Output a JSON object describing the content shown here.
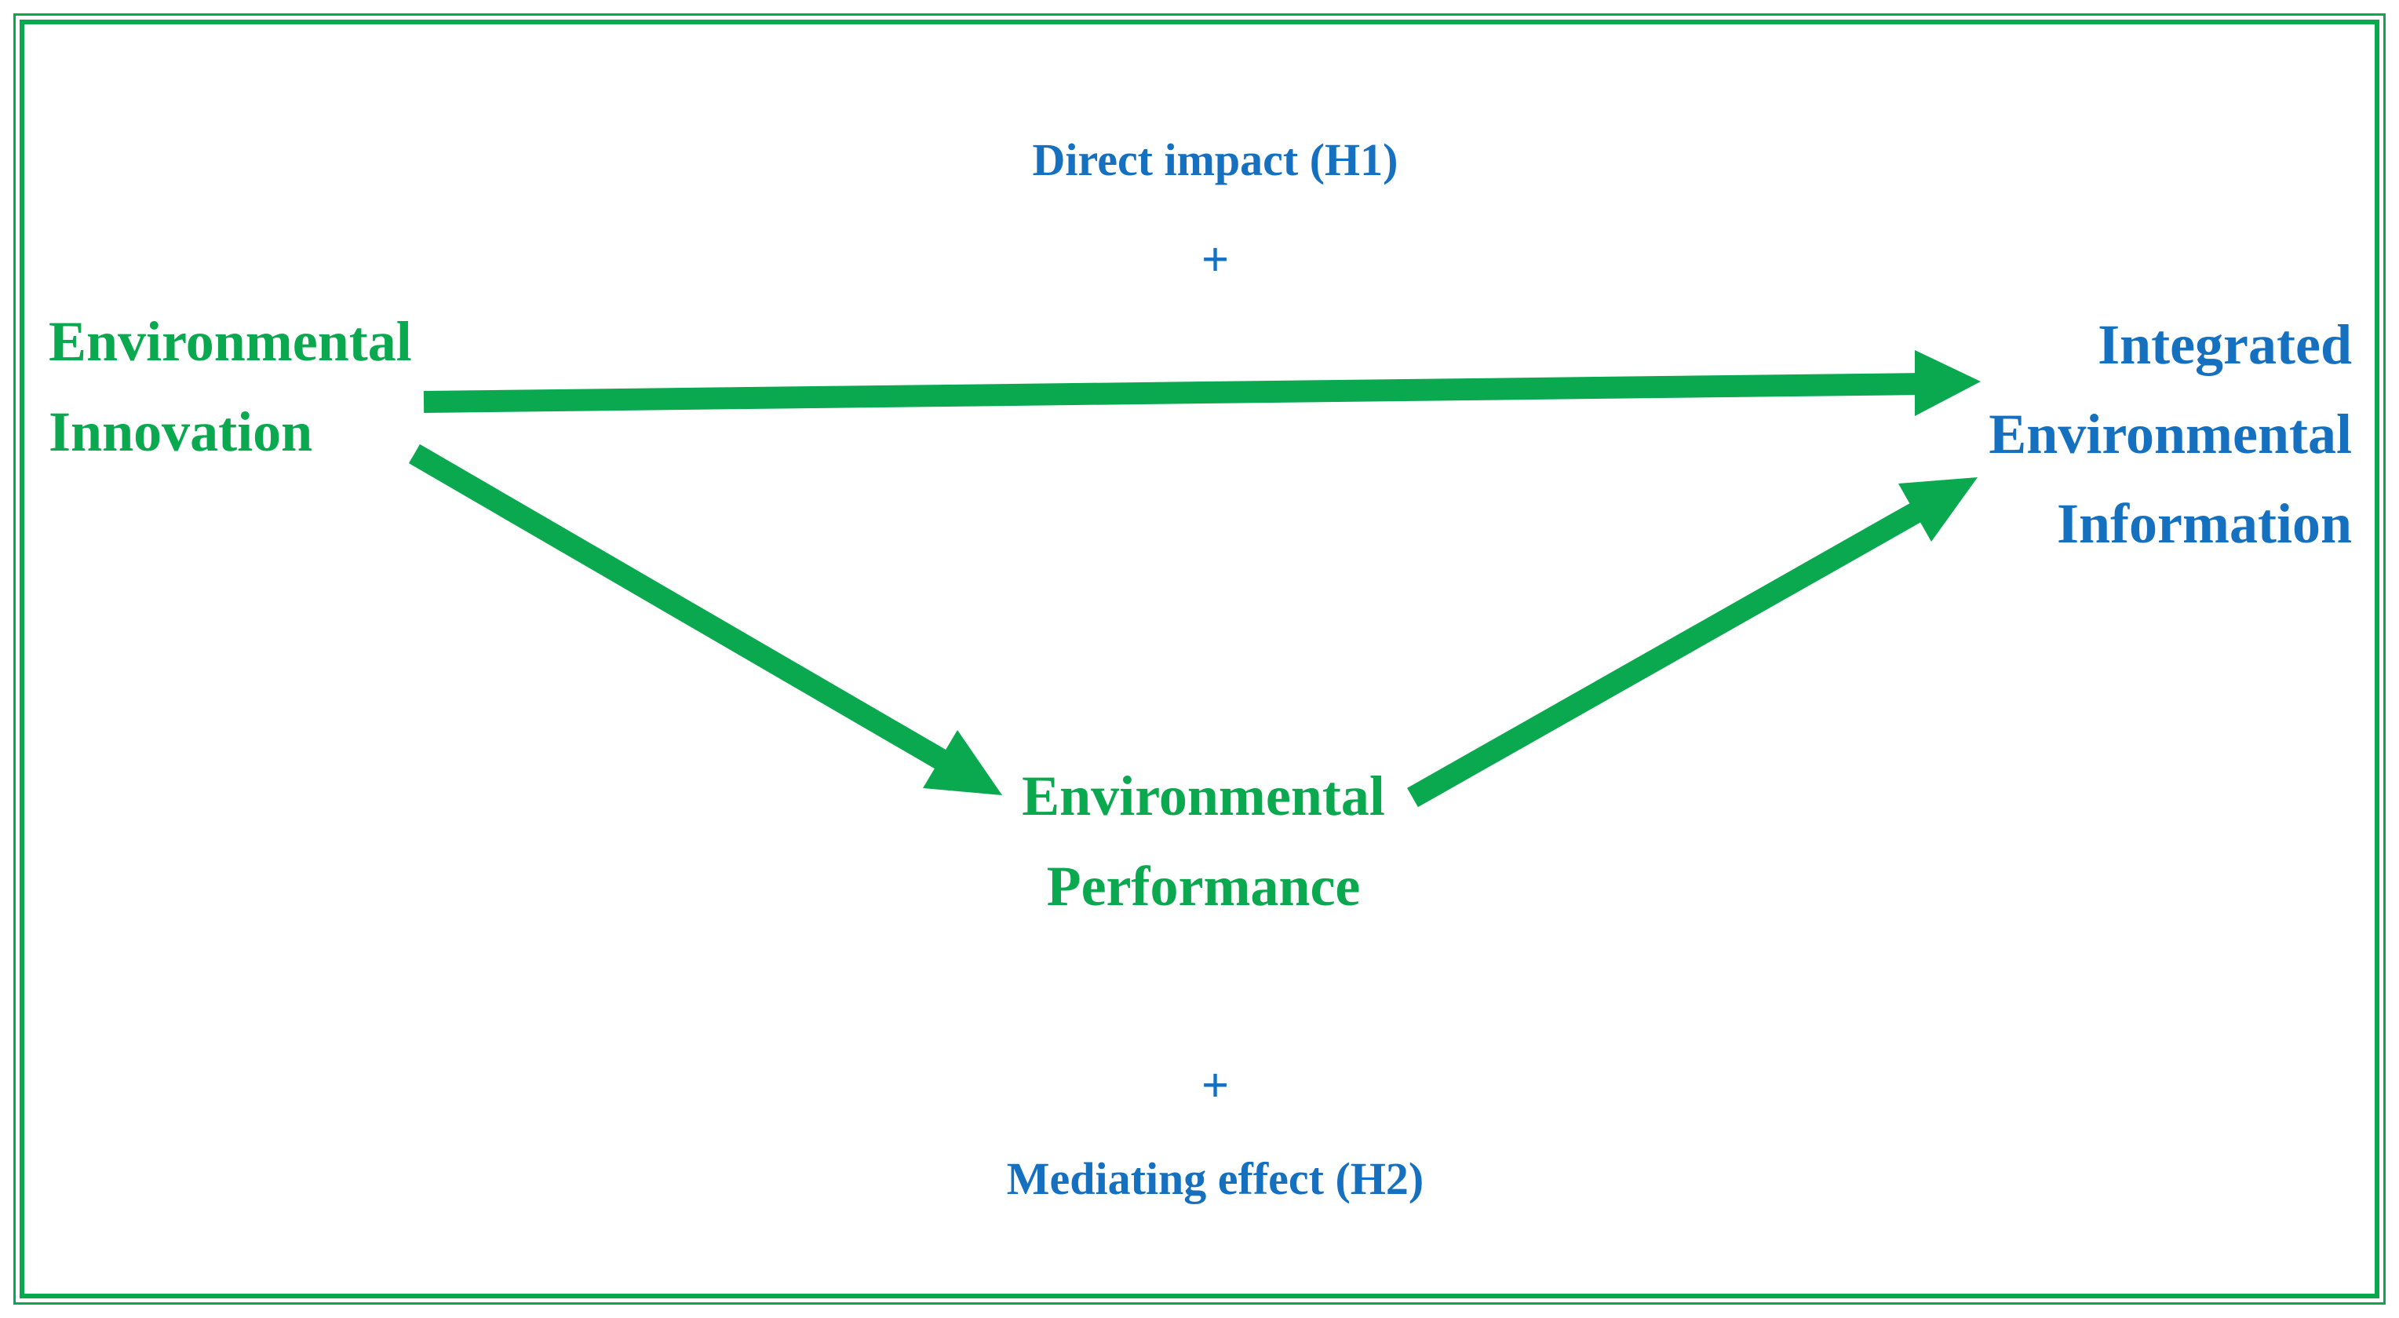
{
  "colors": {
    "green": "#0aa84f",
    "blue": "#1570c0",
    "background": "#ffffff"
  },
  "diagram": {
    "top_annotation": {
      "label": "Direct impact (H1)",
      "sign": "+"
    },
    "bottom_annotation": {
      "sign": "+",
      "label": "Mediating effect (H2)"
    },
    "nodes": {
      "environmental_innovation": {
        "line1": "Environmental",
        "line2": "Innovation"
      },
      "environmental_performance": {
        "line1": "Environmental",
        "line2": "Performance"
      },
      "integrated_environmental_information": {
        "line1": "Integrated",
        "line2": "Environmental",
        "line3": "Information"
      }
    },
    "edges": [
      {
        "name": "direct-impact-arrow",
        "from": "environmental_innovation",
        "to": "integrated_environmental_information"
      },
      {
        "name": "innovation-to-performance-arrow",
        "from": "environmental_innovation",
        "to": "environmental_performance"
      },
      {
        "name": "performance-to-information-arrow",
        "from": "environmental_performance",
        "to": "integrated_environmental_information"
      }
    ]
  }
}
